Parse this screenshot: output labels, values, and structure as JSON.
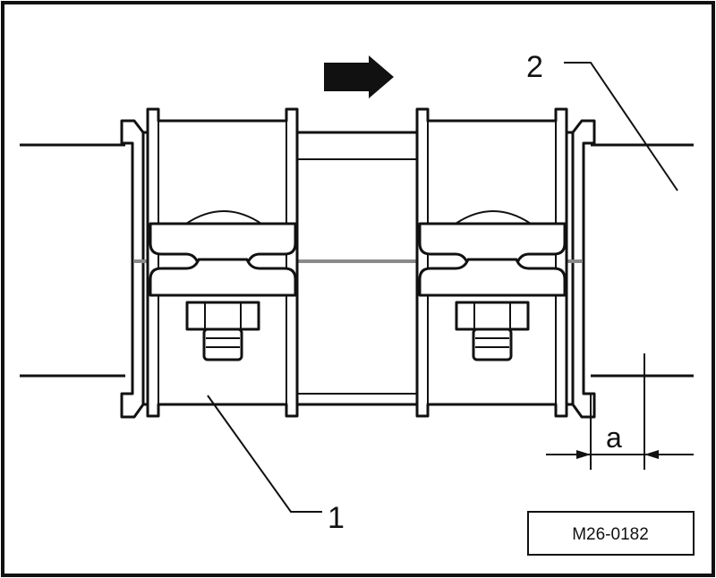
{
  "callouts": {
    "clamp_number": "1",
    "pipe_number": "2",
    "dimension_letter": "a"
  },
  "reference_code": "M26-0182",
  "colors": {
    "line": "#111111",
    "seam": "#8a8a8a",
    "background": "#ffffff"
  },
  "icons": {
    "direction": "arrow-right-icon"
  }
}
